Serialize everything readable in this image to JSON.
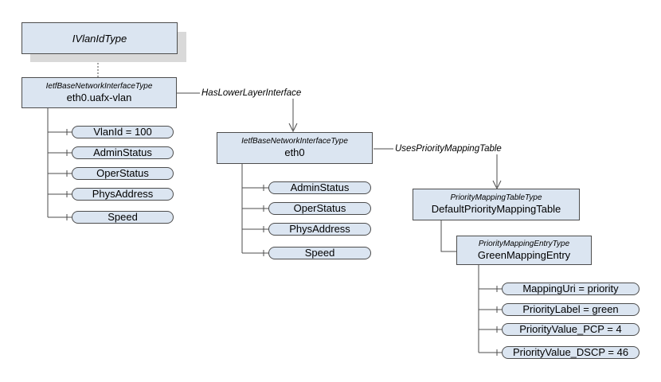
{
  "interface": {
    "name": "IVlanIdType"
  },
  "vlan": {
    "type": "IetfBaseNetworkInterfaceType",
    "name": "eth0.uafx-vlan",
    "properties": [
      "VlanId = 100",
      "AdminStatus",
      "OperStatus",
      "PhysAddress",
      "Speed"
    ]
  },
  "eth0": {
    "type": "IetfBaseNetworkInterfaceType",
    "name": "eth0",
    "properties": [
      "AdminStatus",
      "OperStatus",
      "PhysAddress",
      "Speed"
    ]
  },
  "table": {
    "type": "PriorityMappingTableType",
    "name": "DefaultPriorityMappingTable"
  },
  "entry": {
    "type": "PriorityMappingEntryType",
    "name": "GreenMappingEntry",
    "properties": [
      "MappingUri = priority",
      "PriorityLabel = green",
      "PriorityValue_PCP = 4",
      "PriorityValue_DSCP = 46"
    ]
  },
  "references": {
    "has_lower_layer": "HasLowerLayerInterface",
    "uses_priority_table": "UsesPriorityMappingTable"
  }
}
